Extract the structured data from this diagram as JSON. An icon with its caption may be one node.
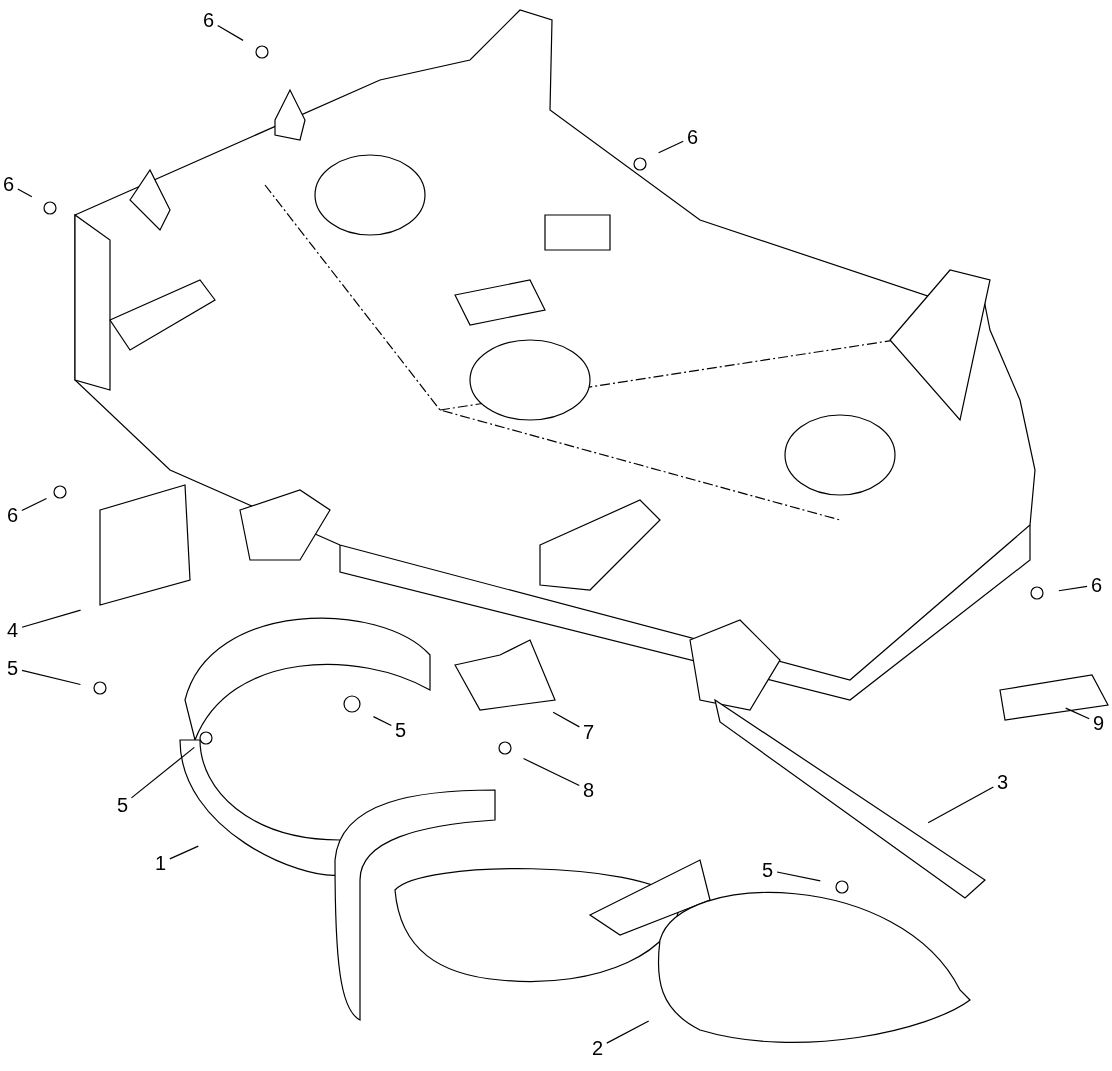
{
  "diagram": {
    "nodes": [
      {
        "text": [
          "6"
        ]
      },
      {
        "text": [
          "6"
        ]
      },
      {
        "text": [
          "6"
        ]
      },
      {
        "text": [
          "6"
        ]
      },
      {
        "text": [
          "6"
        ]
      },
      {
        "text": [
          "4"
        ]
      },
      {
        "text": [
          "5"
        ]
      },
      {
        "text": [
          "5"
        ]
      },
      {
        "text": [
          "7"
        ]
      },
      {
        "text": [
          "9"
        ]
      },
      {
        "text": [
          "5"
        ]
      },
      {
        "text": [
          "8"
        ]
      },
      {
        "text": [
          "3"
        ]
      },
      {
        "text": [
          "1"
        ]
      },
      {
        "text": [
          "5"
        ]
      },
      {
        "text": [
          "2"
        ]
      }
    ],
    "edges": [
      {
        "from": 0,
        "to": null,
        "arrow": "none"
      },
      {
        "from": 1,
        "to": null,
        "arrow": "none"
      },
      {
        "from": 2,
        "to": null,
        "arrow": "none"
      },
      {
        "from": 3,
        "to": null,
        "arrow": "none"
      },
      {
        "from": 4,
        "to": null,
        "arrow": "none"
      },
      {
        "from": 5,
        "to": null,
        "arrow": "none"
      },
      {
        "from": 6,
        "to": null,
        "arrow": "none"
      },
      {
        "from": 7,
        "to": null,
        "arrow": "none"
      },
      {
        "from": 8,
        "to": null,
        "arrow": "none"
      },
      {
        "from": 9,
        "to": null,
        "arrow": "none"
      },
      {
        "from": 10,
        "to": null,
        "arrow": "none"
      },
      {
        "from": 11,
        "to": null,
        "arrow": "none"
      },
      {
        "from": 12,
        "to": null,
        "arrow": "none"
      },
      {
        "from": 13,
        "to": null,
        "arrow": "none"
      },
      {
        "from": 14,
        "to": null,
        "arrow": "none"
      },
      {
        "from": 15,
        "to": null,
        "arrow": "none"
      }
    ]
  }
}
